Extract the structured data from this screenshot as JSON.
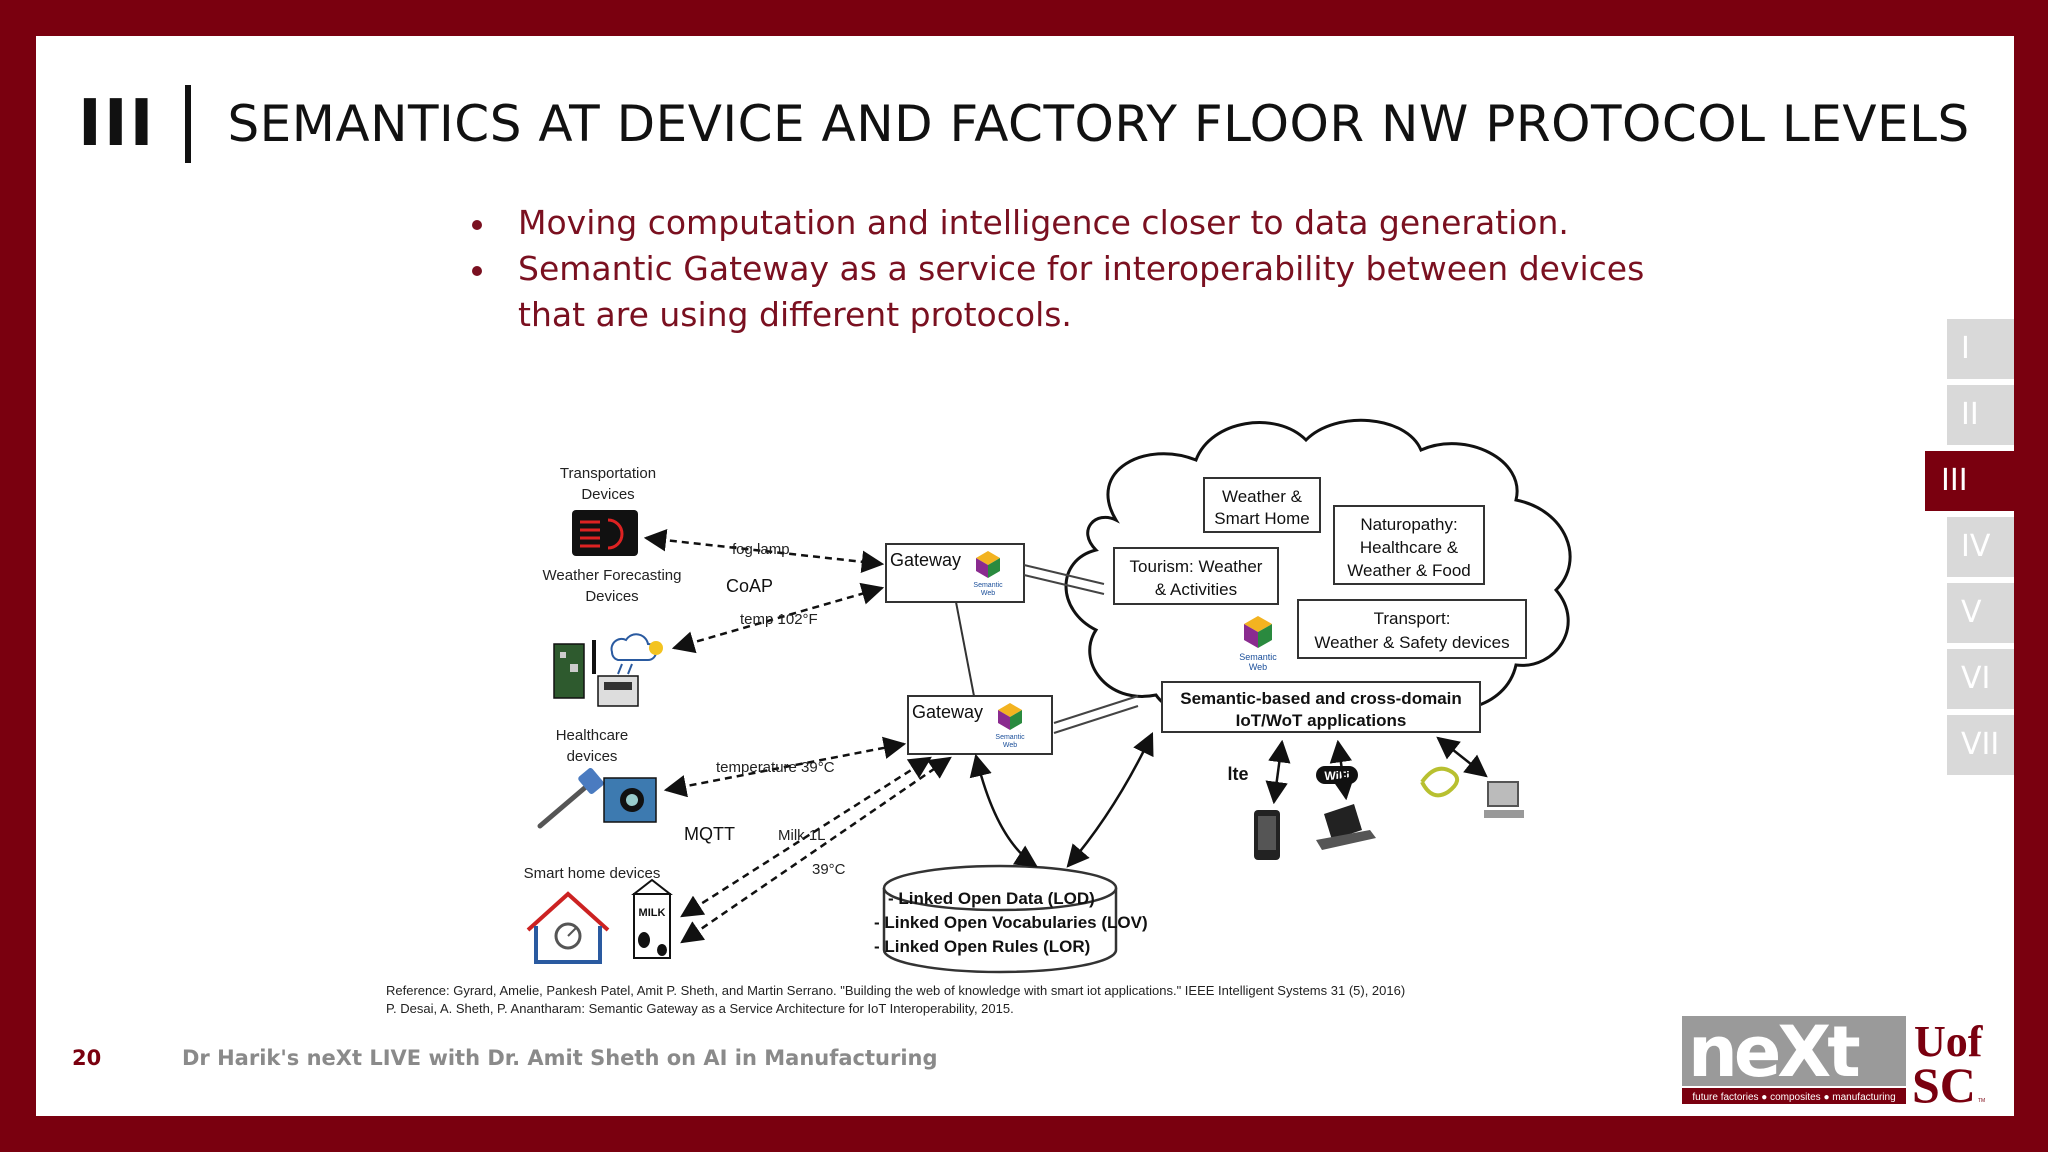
{
  "slide": {
    "section_number": "III",
    "title": "SEMANTICS AT DEVICE AND FACTORY FLOOR NW PROTOCOL LEVELS",
    "bullets": [
      "Moving computation and intelligence closer to data generation.",
      "Semantic Gateway as a service for interoperability between devices that are using different protocols."
    ]
  },
  "diagram": {
    "devices": {
      "transportation": [
        "Transportation",
        "Devices"
      ],
      "weather": [
        "Weather Forecasting",
        "Devices"
      ],
      "healthcare": [
        "Healthcare",
        "devices"
      ],
      "smart_home": "Smart home devices",
      "milk_label": "MILK"
    },
    "protocols": {
      "coap": "CoAP",
      "mqtt": "MQTT"
    },
    "messages": {
      "fog_lamp": "fog lamp",
      "temp": "temp 102°F",
      "temperature": "temperature 39°C",
      "milk": "Milk 1L",
      "deg": "39°C"
    },
    "gateways": {
      "label": "Gateway",
      "semantic_web": [
        "Semantic",
        "Web"
      ]
    },
    "cloud": {
      "weather_home": [
        "Weather &",
        "Smart Home"
      ],
      "naturopathy": [
        "Naturopathy:",
        "Healthcare &",
        "Weather & Food"
      ],
      "tourism": [
        "Tourism: Weather",
        "& Activities"
      ],
      "transport": [
        "Transport:",
        "Weather & Safety devices"
      ],
      "semantic_apps": [
        "Semantic-based and cross-domain",
        "IoT/WoT applications"
      ],
      "semantic_web": [
        "Semantic",
        "Web"
      ]
    },
    "network_labels": {
      "lte": "lte",
      "wifi": "WiFi"
    },
    "linked_data": [
      "- Linked Open Data (LOD)",
      "- Linked Open Vocabularies (LOV)",
      "- Linked Open Rules (LOR)"
    ]
  },
  "nav": {
    "items": [
      "I",
      "II",
      "III",
      "IV",
      "V",
      "VI",
      "VII"
    ],
    "active_index": 2
  },
  "reference": [
    "Reference: Gyrard, Amelie, Pankesh Patel, Amit P. Sheth, and Martin Serrano. \"Building the web of knowledge with smart iot applications.\" IEEE Intelligent Systems 31 (5), 2016)",
    "P. Desai, A. Sheth, P. Anantharam: Semantic Gateway as a Service Architecture for IoT Interoperability, 2015."
  ],
  "footer": {
    "page_number": "20",
    "text": "Dr Harik's neXt LIVE with Dr. Amit Sheth on AI in Manufacturing"
  },
  "logo": {
    "wordmark": "neXt",
    "tagline": "future factories ● composites ● manufacturing",
    "uofsc_top": "Uof",
    "uofsc_bottom": "SC",
    "tm": "TM"
  },
  "colors": {
    "garnet": "#7a000f",
    "bullet_text": "#7a1020",
    "nav_inactive": "#d9d9d9",
    "logo_gray": "#9a9a9a"
  }
}
